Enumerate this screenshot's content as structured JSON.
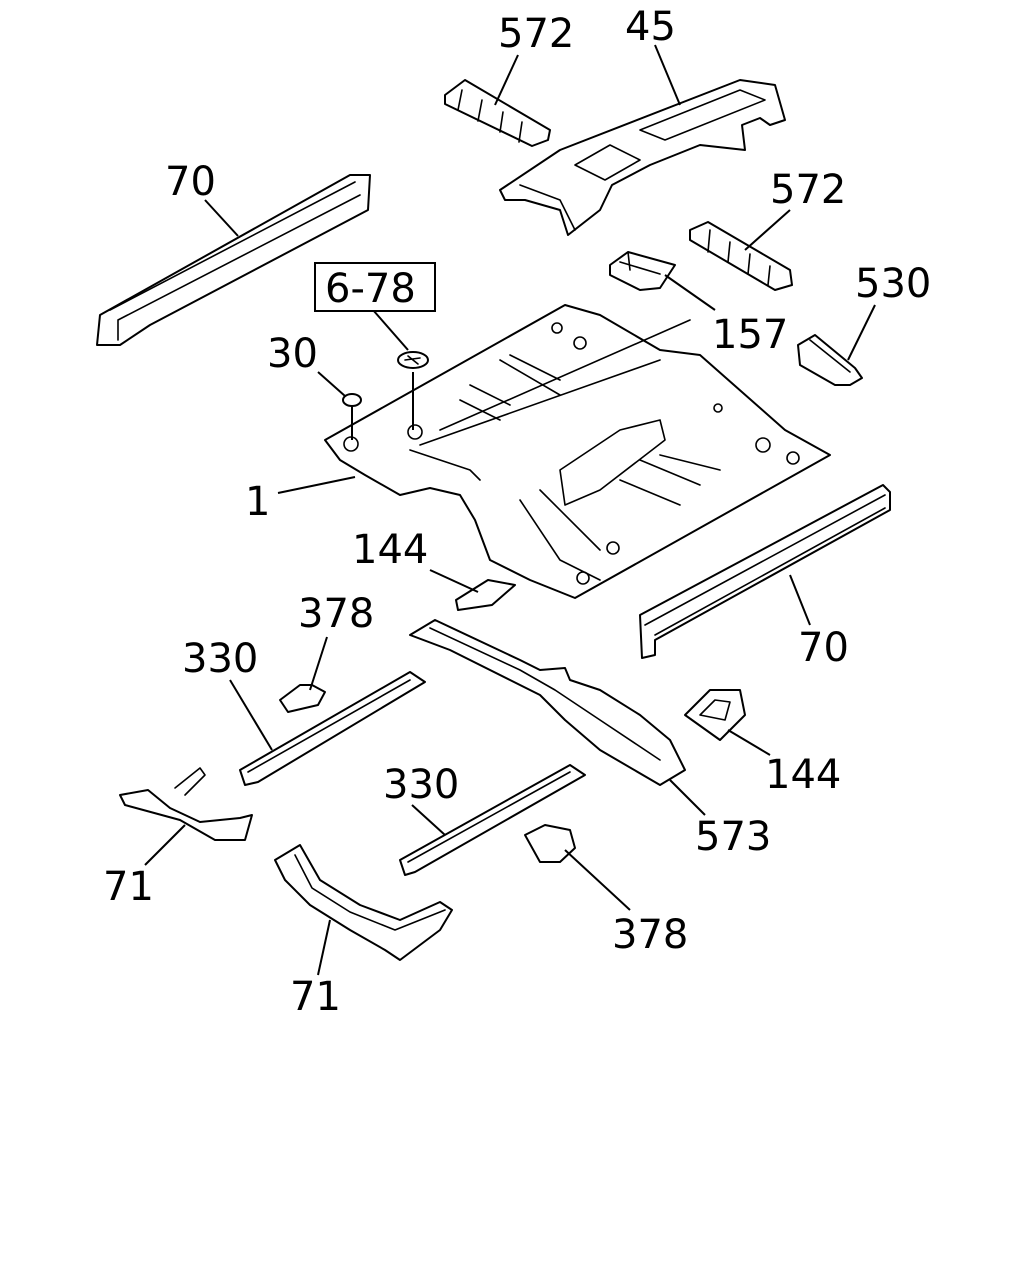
{
  "diagram": {
    "colors": {
      "line": "#000000",
      "background": "#ffffff"
    },
    "callouts": {
      "c572_top": "572",
      "c45": "45",
      "c70_left": "70",
      "c572_right": "572",
      "c6_78": "6-78",
      "c530": "530",
      "c30": "30",
      "c157": "157",
      "c1": "1",
      "c144_mid": "144",
      "c378_left": "378",
      "c330_left": "330",
      "c70_right": "70",
      "c144_right": "144",
      "c330_mid": "330",
      "c573": "573",
      "c71_left": "71",
      "c378_bottom": "378",
      "c71_bottom": "71"
    }
  }
}
